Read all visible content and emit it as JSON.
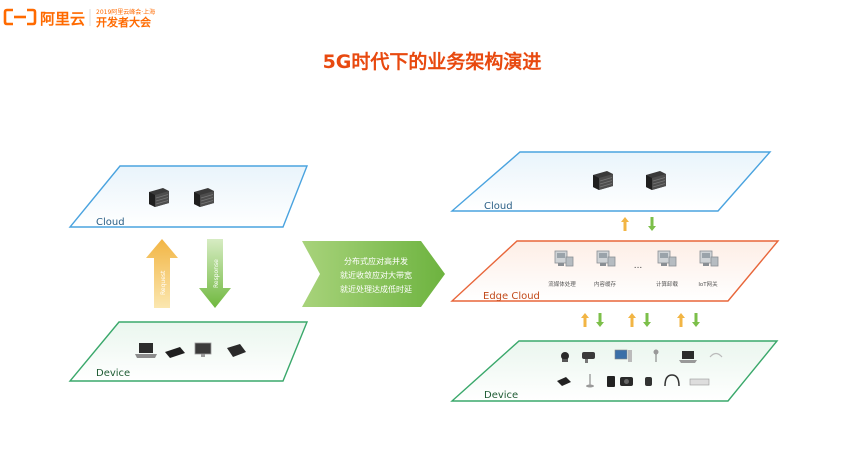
{
  "brand": {
    "logo_text": "阿里云",
    "event_subtitle": "2019阿里云峰会·上海",
    "event_title": "开发者大会"
  },
  "title": "5G时代下的业务架构演进",
  "left": {
    "cloud_label": "Cloud",
    "device_label": "Device",
    "request_label": "Request",
    "response_label": "Response"
  },
  "center_arrow": {
    "lines": [
      "分布式应对高并发",
      "就近收敛应对大带宽",
      "就近处理达成低时延"
    ]
  },
  "right": {
    "cloud_label": "Cloud",
    "edge_label": "Edge Cloud",
    "device_label": "Device",
    "edge_nodes": [
      "流媒体处理",
      "内容缓存",
      "计算卸载",
      "IoT网关"
    ],
    "ellipsis": "..."
  },
  "colors": {
    "accent": "#e8490f",
    "cloud_border": "#4aa3df",
    "edge_border": "#e8663a",
    "device_border": "#3aa86b",
    "arrow_green": "#7cbf4a",
    "arrow_orange": "#f2b544"
  }
}
